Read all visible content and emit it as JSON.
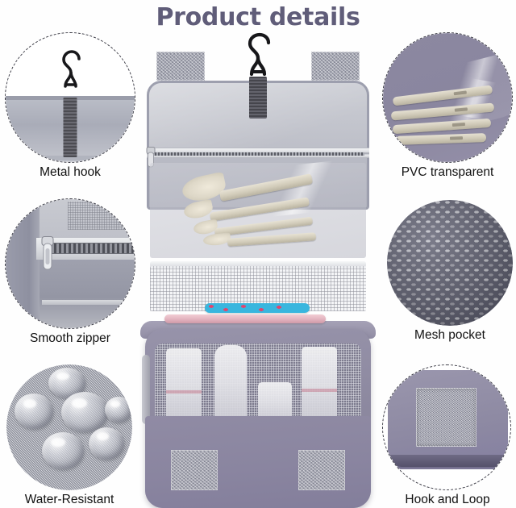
{
  "header": {
    "title": "Product details",
    "title_color": "#605d79"
  },
  "product": {
    "name": "hanging-toiletry-bag",
    "body_color": "#8d89a0",
    "hook_color": "#1d1d20",
    "accent_teal": "#39b6de",
    "accent_pink": "#e0b0bc"
  },
  "features": [
    {
      "id": "metal-hook",
      "label": "Metal hook",
      "side": "left",
      "row": 1
    },
    {
      "id": "pvc-transparent",
      "label": "PVC transparent",
      "side": "right",
      "row": 1
    },
    {
      "id": "smooth-zipper",
      "label": "Smooth zipper",
      "side": "left",
      "row": 2
    },
    {
      "id": "mesh-pocket",
      "label": "Mesh pocket",
      "side": "right",
      "row": 2
    },
    {
      "id": "water-resistant",
      "label": "Water-Resistant",
      "side": "left",
      "row": 3
    },
    {
      "id": "hook-and-loop",
      "label": "Hook and Loop",
      "side": "right",
      "row": 3
    }
  ],
  "colors": {
    "background": "#ffffff",
    "circle_border": "#3a3a44",
    "label_text": "#111111"
  }
}
